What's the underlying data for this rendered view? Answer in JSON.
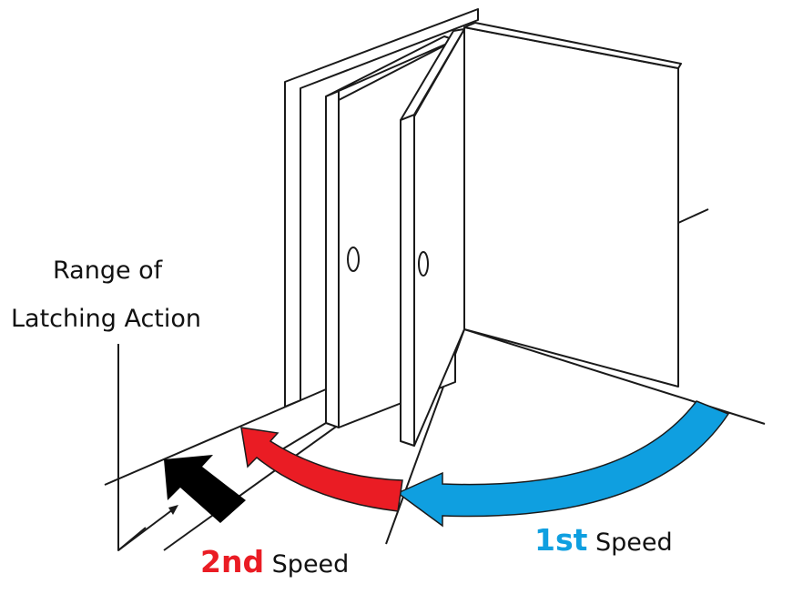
{
  "labels": {
    "range_line1": "Range of",
    "range_line2": "Latching Action",
    "second_prefix": "2nd",
    "second_suffix": "Speed",
    "first_prefix": "1st",
    "first_suffix": "Speed"
  },
  "colors": {
    "first_speed": "#0f9fe0",
    "second_speed": "#ea1c24",
    "latching": "#000000"
  }
}
